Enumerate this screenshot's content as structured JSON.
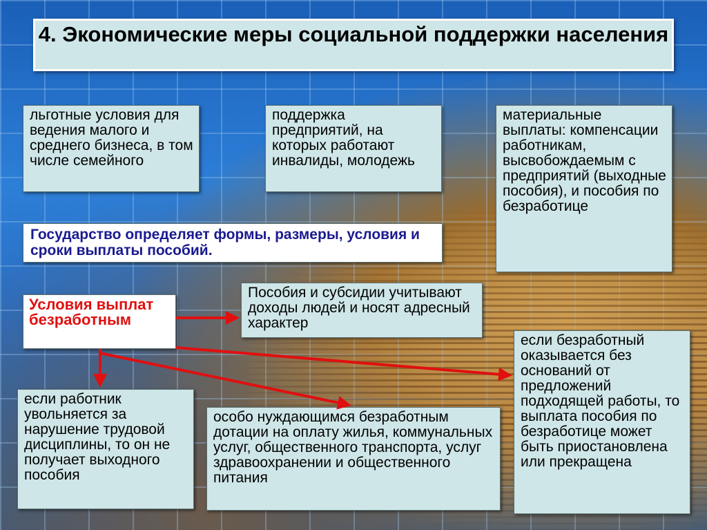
{
  "title": "4. Экономические меры социальной поддержки населения",
  "boxes": {
    "small_business": "льготные условия для ведения малого и среднего бизнеса, в том числе семейного",
    "enterprises": "поддержка предприятий, на которых работают инвалиды, молодежь",
    "material_payments": "материальные выплаты: компенсации работникам, высвобождаемым с предприятий (выходные пособия), и пособия по безработице",
    "state": "Государство определяет формы, размеры, условия и сроки выплаты пособий.",
    "conditions": "Условия выплат безработным",
    "benefits": "Пособия и субсидии учитывают доходы людей и носят адресный характер",
    "suspension": "если безработный оказывается без оснований от предложений подходящей работы, то выплата пособия по безработице может быть приостановлена или прекращена",
    "dismissal": "если работник увольняется за нарушение трудовой дисциплины, то он не получает выходного пособия",
    "subsidies": "особо нуждающимся безработным дотации на оплату жилья, коммунальных услуг, общественного транспорта, услуг здравоохранении и общественного питания"
  },
  "colors": {
    "box_fill": "#cfe6e8",
    "arrow": "#e01010",
    "state_text": "#1a1a90"
  }
}
